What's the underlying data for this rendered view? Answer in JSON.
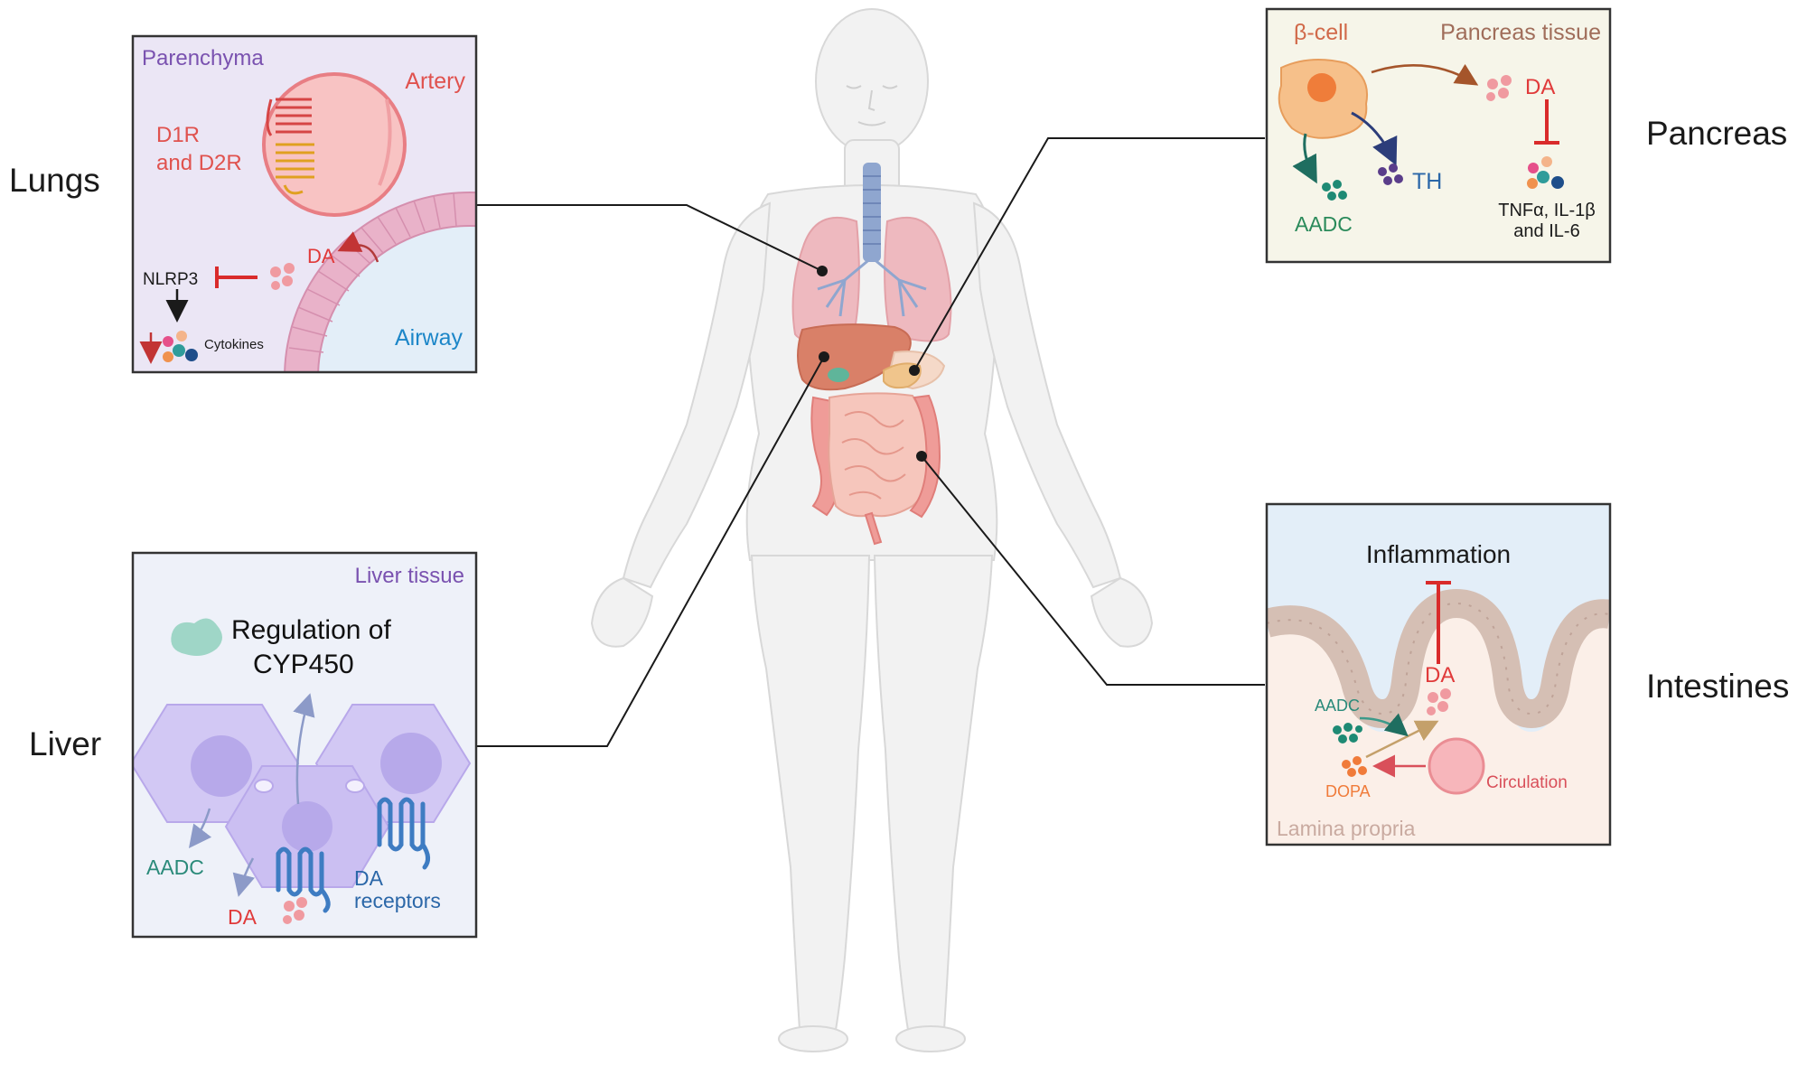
{
  "organs": {
    "lungs": "Lungs",
    "pancreas": "Pancreas",
    "liver": "Liver",
    "intestines": "Intestines"
  },
  "lungs_panel": {
    "parenchyma": "Parenchyma",
    "artery": "Artery",
    "receptors_line1": "D1R",
    "receptors_line2": "and D2R",
    "da": "DA",
    "nlrp3": "NLRP3",
    "cytokines": "Cytokines",
    "airway": "Airway"
  },
  "pancreas_panel": {
    "beta_cell": "β-cell",
    "tissue": "Pancreas tissue",
    "da": "DA",
    "th": "TH",
    "aadc": "AADC",
    "cytokines_line1": "TNFα, IL-1β",
    "cytokines_line2": "and IL-6"
  },
  "liver_panel": {
    "tissue": "Liver tissue",
    "regulation_line1": "Regulation of",
    "regulation_line2": "CYP450",
    "aadc": "AADC",
    "da": "DA",
    "receptors_line1": "DA",
    "receptors_line2": "receptors"
  },
  "intestine_panel": {
    "inflammation": "Inflammation",
    "da": "DA",
    "aadc": "AADC",
    "dopa": "DOPA",
    "circulation": "Circulation",
    "lamina": "Lamina propria"
  },
  "colors": {
    "lungs_bg": "#ebe6f5",
    "pancreas_bg": "#f6f5e9",
    "liver_bg": "#eef1f9",
    "intestine_top": "#e3eef8",
    "intestine_bottom": "#fbefe8",
    "da_red": "#e03a3a",
    "inhibit_red": "#d92b2b",
    "aadc_teal": "#2a8a7a",
    "th_blue": "#2b67a8",
    "purple_text": "#7a52b0",
    "cell_purple": "#c9bdf0",
    "receptor_blue": "#3e7cc2"
  }
}
